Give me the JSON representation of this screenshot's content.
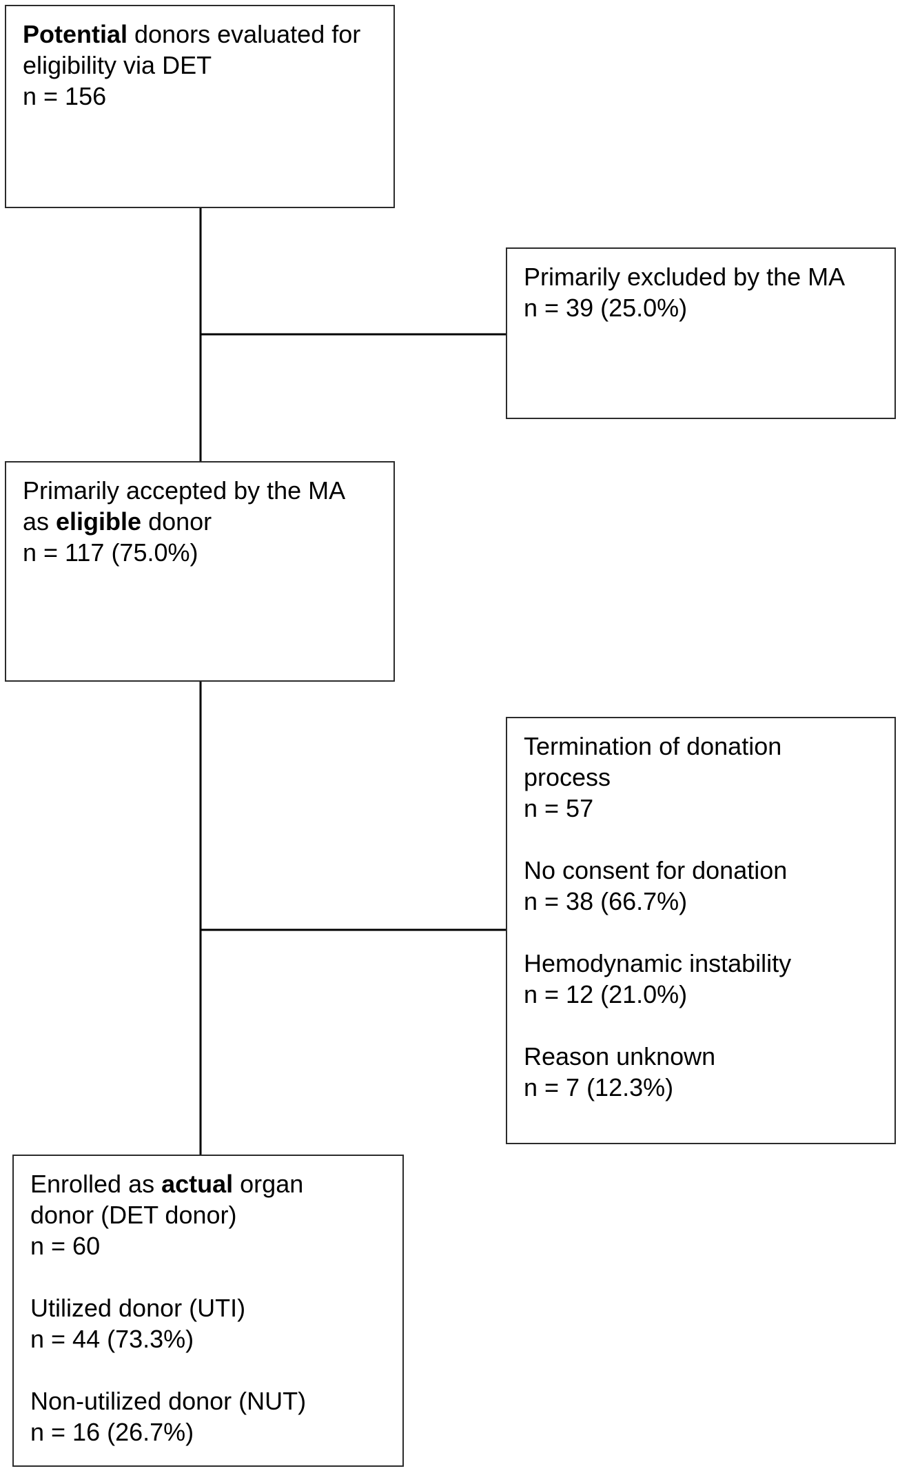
{
  "flowchart": {
    "potential": {
      "line1_bold": "Potential",
      "line1_rest": " donors evaluated for",
      "line2": "eligibility via DET",
      "line3": "n = 156"
    },
    "excluded": {
      "line1": "Primarily excluded by the MA",
      "line2": "n = 39 (25.0%)"
    },
    "eligible": {
      "line1": "Primarily accepted by the MA",
      "line2_pre": "as ",
      "line2_bold": "eligible",
      "line2_post": " donor",
      "line3": "n = 117 (75.0%)"
    },
    "termination": {
      "title_line1": "Termination of donation",
      "title_line2": "process",
      "total": "n = 57",
      "reasons": [
        {
          "label": "No consent for donation",
          "count": "n = 38 (66.7%)"
        },
        {
          "label": "Hemodynamic instability",
          "count": "n = 12 (21.0%)"
        },
        {
          "label": "Reason unknown",
          "count": "n = 7 (12.3%)"
        }
      ]
    },
    "actual": {
      "line1_pre": "Enrolled as ",
      "line1_bold": "actual",
      "line1_post": " organ",
      "line2": "donor (DET donor)",
      "line3": "n = 60",
      "groups": [
        {
          "label": "Utilized donor (UTI)",
          "count": "n = 44 (73.3%)"
        },
        {
          "label": "Non-utilized donor (NUT)",
          "count": "n = 16 (26.7%)"
        }
      ]
    }
  }
}
